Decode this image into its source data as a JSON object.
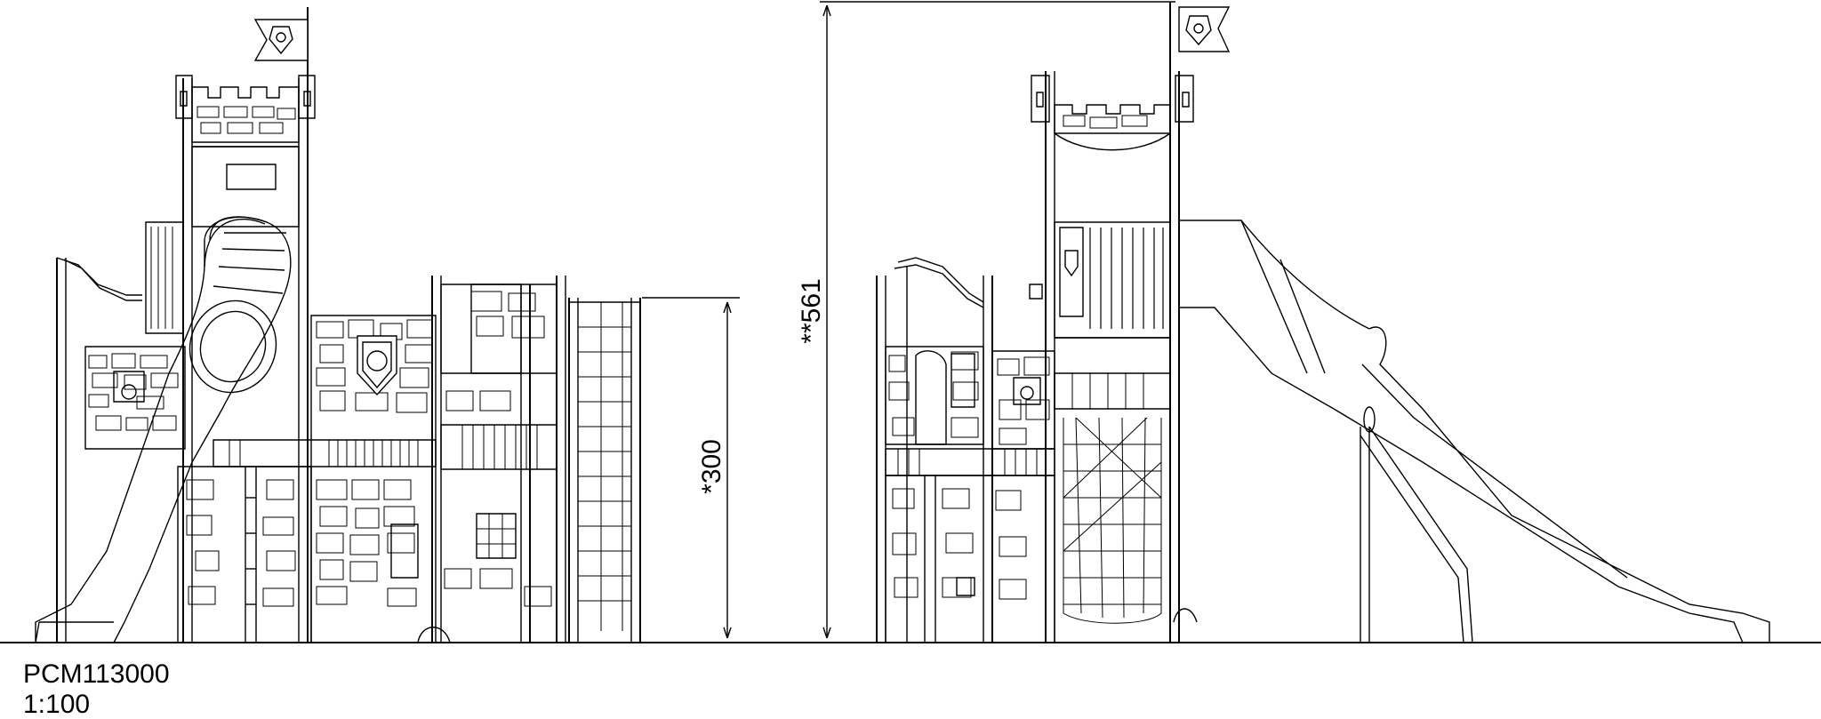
{
  "dimensions": {
    "height_a": "*300",
    "height_b": "**561"
  },
  "caption": {
    "product_code": "PCM113000",
    "scale": "1:100"
  }
}
